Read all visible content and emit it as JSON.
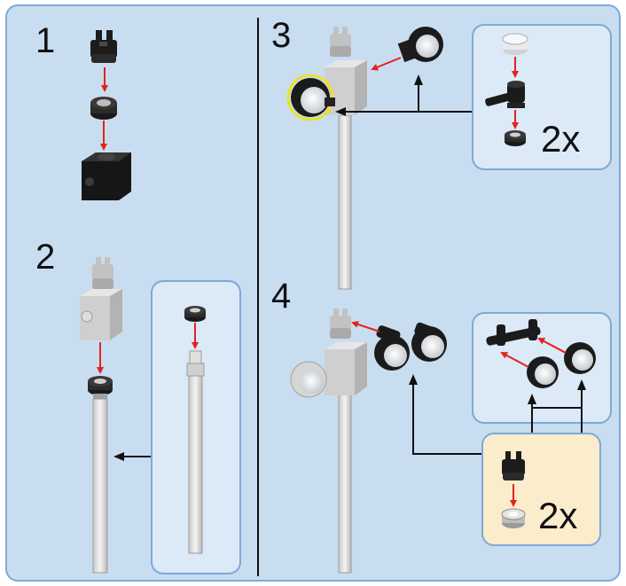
{
  "steps": [
    {
      "number": "1"
    },
    {
      "number": "2"
    },
    {
      "number": "3",
      "multiplier": "2x"
    },
    {
      "number": "4",
      "multiplier": "2x"
    }
  ],
  "colors": {
    "panel_bg": "#c9ddf1",
    "panel_border": "#7fa9d6",
    "subpanel_bg": "#dce9f7",
    "highlight_subpanel_bg": "#fbeccb",
    "arrow_red": "#e2231a",
    "arrow_black": "#111111",
    "highlight_yellow": "#f2e300"
  }
}
